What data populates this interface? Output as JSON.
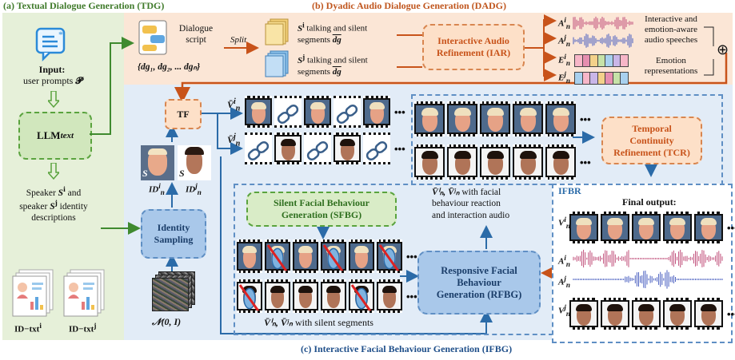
{
  "titles": {
    "tdg": "(a) Textual Dialogue Generation (TDG)",
    "dadg": "(b) Dyadic Audio Dialogue Generation (DADG)",
    "ifbg": "(c) Interactive Facial Behaviour Generation (IFBG)"
  },
  "tdg": {
    "input_label": "Input:",
    "input_desc": "user prompts",
    "input_symbol": "𝓟",
    "llm": "LLM",
    "llm_sub": "text",
    "speakers_line1": "Speaker",
    "speakers_si": "S",
    "speakers_sup_i": "i",
    "speakers_and": "and",
    "speakers_line2": "speaker",
    "speakers_sj": "S",
    "speakers_sup_j": "j",
    "speakers_identity": "identity",
    "speakers_desc": "descriptions",
    "id_txt_i": "ID−txt",
    "id_txt_i_sup": "i",
    "id_txt_j": "ID−txt",
    "id_txt_j_sup": "j"
  },
  "dadg": {
    "script_line1": "Dialogue",
    "script_line2": "script",
    "script_set": "{dg₁, dg₂, ... dgₙ}",
    "split": "Split",
    "si_line1": "talking and silent",
    "si_line2": "segments",
    "si_symbol": "S",
    "si_sup": "i",
    "si_seg": "dg",
    "sj_line1": "talking and silent",
    "sj_line2": "segments",
    "sj_symbol": "S",
    "sj_sup": "j",
    "iar_line1": "Interactive Audio",
    "iar_line2": "Refinement (IAR)",
    "a_i": "A",
    "a_j": "A",
    "e_i": "E",
    "e_j": "E",
    "sub_n": "n",
    "sup_i": "i",
    "sup_j": "j",
    "audio_desc_1": "Interactive and",
    "audio_desc_2": "emotion-aware",
    "audio_desc_3": "audio speeches",
    "emotion_desc_1": "Emotion",
    "emotion_desc_2": "representations",
    "oplus": "⊕"
  },
  "ifbg": {
    "tf": "TF",
    "v_i": "V̄",
    "v_j": "V̄",
    "id_i": "ID",
    "id_j": "ID",
    "si_tag": "S",
    "sj_tag": "S",
    "identity_sampling_1": "Identity",
    "identity_sampling_2": "Sampling",
    "noise_label": "𝒩(0, I)",
    "sfbg_1": "Silent Facial Behaviour",
    "sfbg_2": "Generation (SFBG)",
    "silent_caption": "with silent segments",
    "silent_caption_prefix": "V̄ⁱₙ, V̄ʲₙ",
    "rfbg_1": "Responsive Facial",
    "rfbg_2": "Behaviour",
    "rfbg_3": "Generation (RFBG)",
    "reaction_prefix": "V̄ⁱₙ, V̄ʲₙ",
    "reaction_1": "with facial",
    "reaction_2": "behaviour reaction",
    "reaction_3": "and interaction audio",
    "tcr_1": "Temporal",
    "tcr_2": "Continuity",
    "tcr_3": "Refinement (TCR)",
    "ifbr": "IFBR",
    "final_output": "Final output:",
    "v": "V",
    "a": "A",
    "ellipsis": "•••"
  },
  "colors": {
    "tdg_bg": "#e6f0d9",
    "dadg_bg": "#fbe6d6",
    "ifbg_bg": "#dce9f5",
    "green_accent": "#3f8a2f",
    "orange_accent": "#c8531a",
    "blue_accent": "#2b6ba8",
    "title_green": "#3f7a2a",
    "title_orange": "#c0561e",
    "title_blue": "#1f4f8a"
  }
}
